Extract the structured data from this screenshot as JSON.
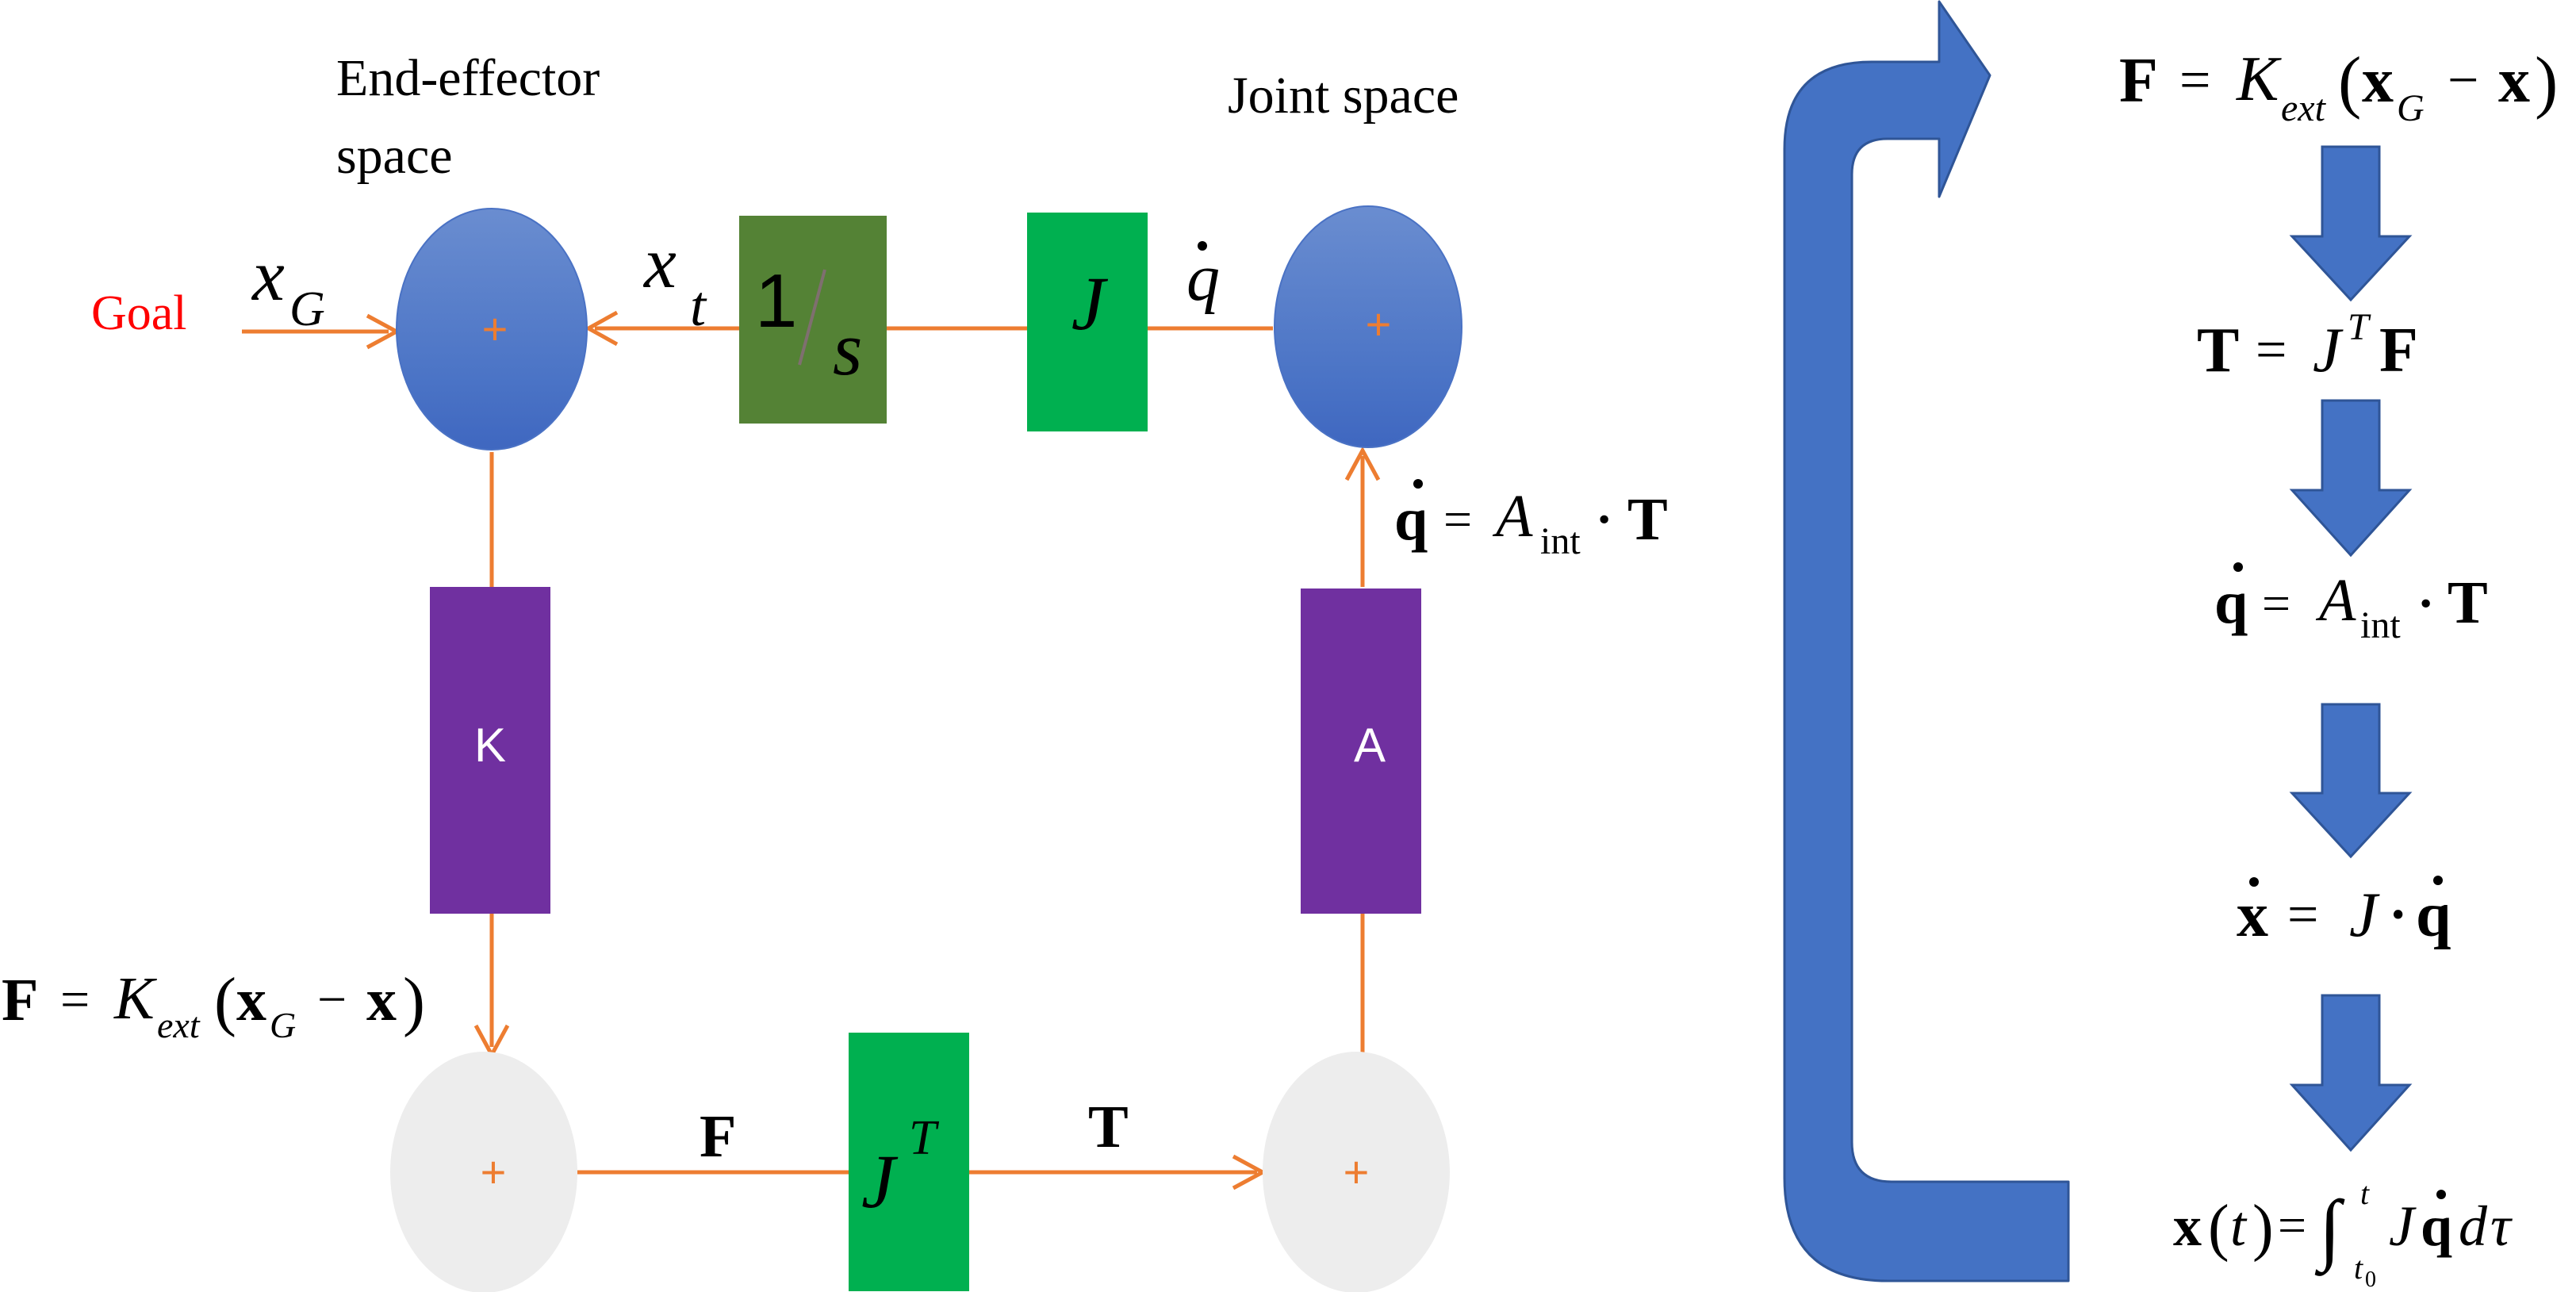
{
  "labels": {
    "end_effector_line1": "End-effector",
    "end_effector_line2": "space",
    "joint_space": "Joint space",
    "goal": "Goal",
    "x": "x",
    "sub_G": "G",
    "sub_t": "t",
    "one": "1",
    "s": "s",
    "J": "J",
    "q": "q",
    "T_sup": "T",
    "F": "F",
    "T": "T",
    "plus": "+",
    "eq": "=",
    "minus": "−",
    "dot": "·",
    "K_block": "K",
    "A_block": "A",
    "K": "K",
    "ext": "ext",
    "A_italic": "A",
    "int": "int",
    "t": "t",
    "integral": "∫",
    "t0_t": "t",
    "t0_0": "0",
    "tau": "τ",
    "d": "d",
    "paren_l": "(",
    "paren_r": ")"
  },
  "colors": {
    "node_blue": "#4A72C4",
    "node_grey": "#EDEDED",
    "orange": "#ED7D31",
    "green_bright": "#00B050",
    "green_dark": "#548235",
    "purple": "#7030A0",
    "arrow_blue": "#4472C4",
    "goal_red": "#FF0000"
  }
}
